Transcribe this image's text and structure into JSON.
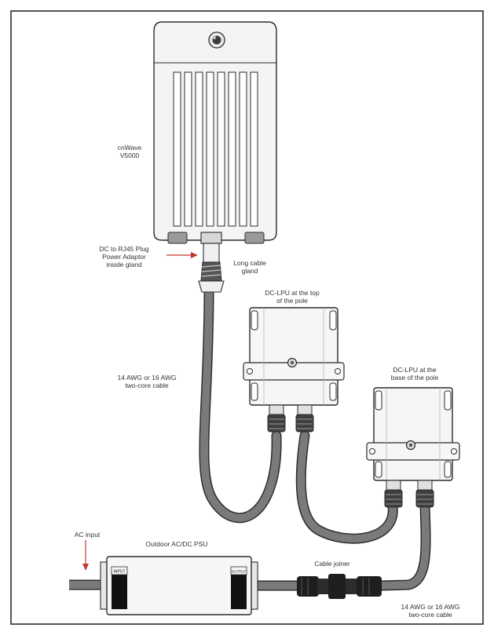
{
  "labels": {
    "device": [
      "cnWave",
      "V5000"
    ],
    "adaptor": [
      "DC to RJ45 Plug",
      "Power Adaptor",
      "inside gland"
    ],
    "gland": [
      "Long cable",
      "gland"
    ],
    "lpu_top": [
      "DC-LPU at the top",
      "of the pole"
    ],
    "cable_top": [
      "14 AWG or 16 AWG",
      "two-core cable"
    ],
    "lpu_base": [
      "DC-LPU at the",
      "base of the pole"
    ],
    "ac_input": "AC input",
    "psu": "Outdoor AC/DC PSU",
    "psu_input": "INPUT",
    "psu_output": "OUTPUT",
    "joiner": "Cable joiner",
    "cable_bottom": [
      "14 AWG or 16 AWG",
      "two-core cable"
    ]
  },
  "colors": {
    "outline": "#2b2b2b",
    "cable": "#7a7a7a",
    "cable_edge": "#2e2e2e",
    "arrow": "#c0392b",
    "device_fill": "#f4f4f4",
    "box_fill": "#f6f6f6"
  }
}
